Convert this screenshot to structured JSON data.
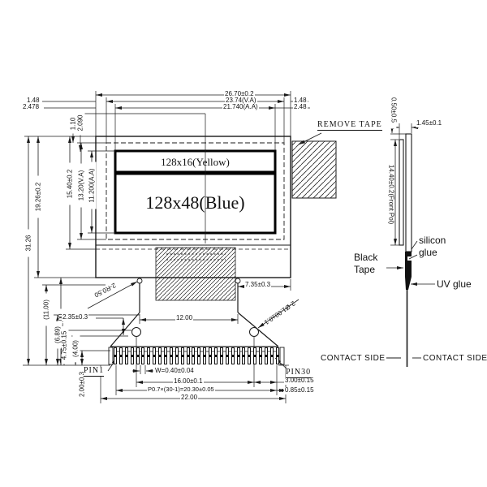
{
  "front_view": {
    "display_yellow": "128x16(Yellow)",
    "display_blue": "128x48(Blue)",
    "remove_tape": "REMOVE TAPE",
    "pin1": "PIN1",
    "pin30": "PIN30",
    "pin_count": 30,
    "dims": {
      "width_overall": "26.70±0.2",
      "width_va": "23.74(V.A)",
      "width_aa": "21.740(A.A)",
      "inset_left_va": "1.48",
      "inset_left_aa": "2.478",
      "inset_right_va": "1.48",
      "inset_right_aa": "2.48",
      "inset_top_aa": "2.090",
      "inset_top_va": "1.10",
      "height_total": "31.26",
      "height_module": "19.26±0.2",
      "height_glass": "15.40±0.2",
      "height_va": "13.20(V.A)",
      "height_aa": "11.200(A.A)",
      "tail_12": "12.00",
      "tail_11": "(11.00)",
      "tail_689": "(6.89)",
      "tail_475": "4.75±0.15",
      "tail_400": "(4.00)",
      "tail_235": "2.35±0.3",
      "tail_200": "2.00±0.3",
      "neck_width": "12.00",
      "neck_offset_right": "7.35±0.3",
      "notch_radius": "2-R0.50",
      "hole_dia": "2-Ø1.00±0.1",
      "pin_width": "W=0.40±0.04",
      "hole_pitch": "16.00±0.1",
      "pin_pitch_total": "P0.7×(30-1)=20.30±0.05",
      "bottom_width": "22.00",
      "pin_margin_3": "3.00±0.15",
      "pin_margin_085": "0.85±0.15"
    }
  },
  "side_view": {
    "thickness": "1.45±0.1",
    "pol_offset": "0.50±0.5",
    "front_pol_height": "14.40±0.2(Front Pol)",
    "silicon_glue": "silicon glue",
    "black_tape": "Black Tape",
    "uv_glue": "UV glue",
    "contact_side_left": "CONTACT SIDE",
    "contact_side_right": "CONTACT SIDE"
  },
  "colors": {
    "line": "#1a1a1a",
    "display_border": "#000000",
    "background": "#ffffff"
  }
}
